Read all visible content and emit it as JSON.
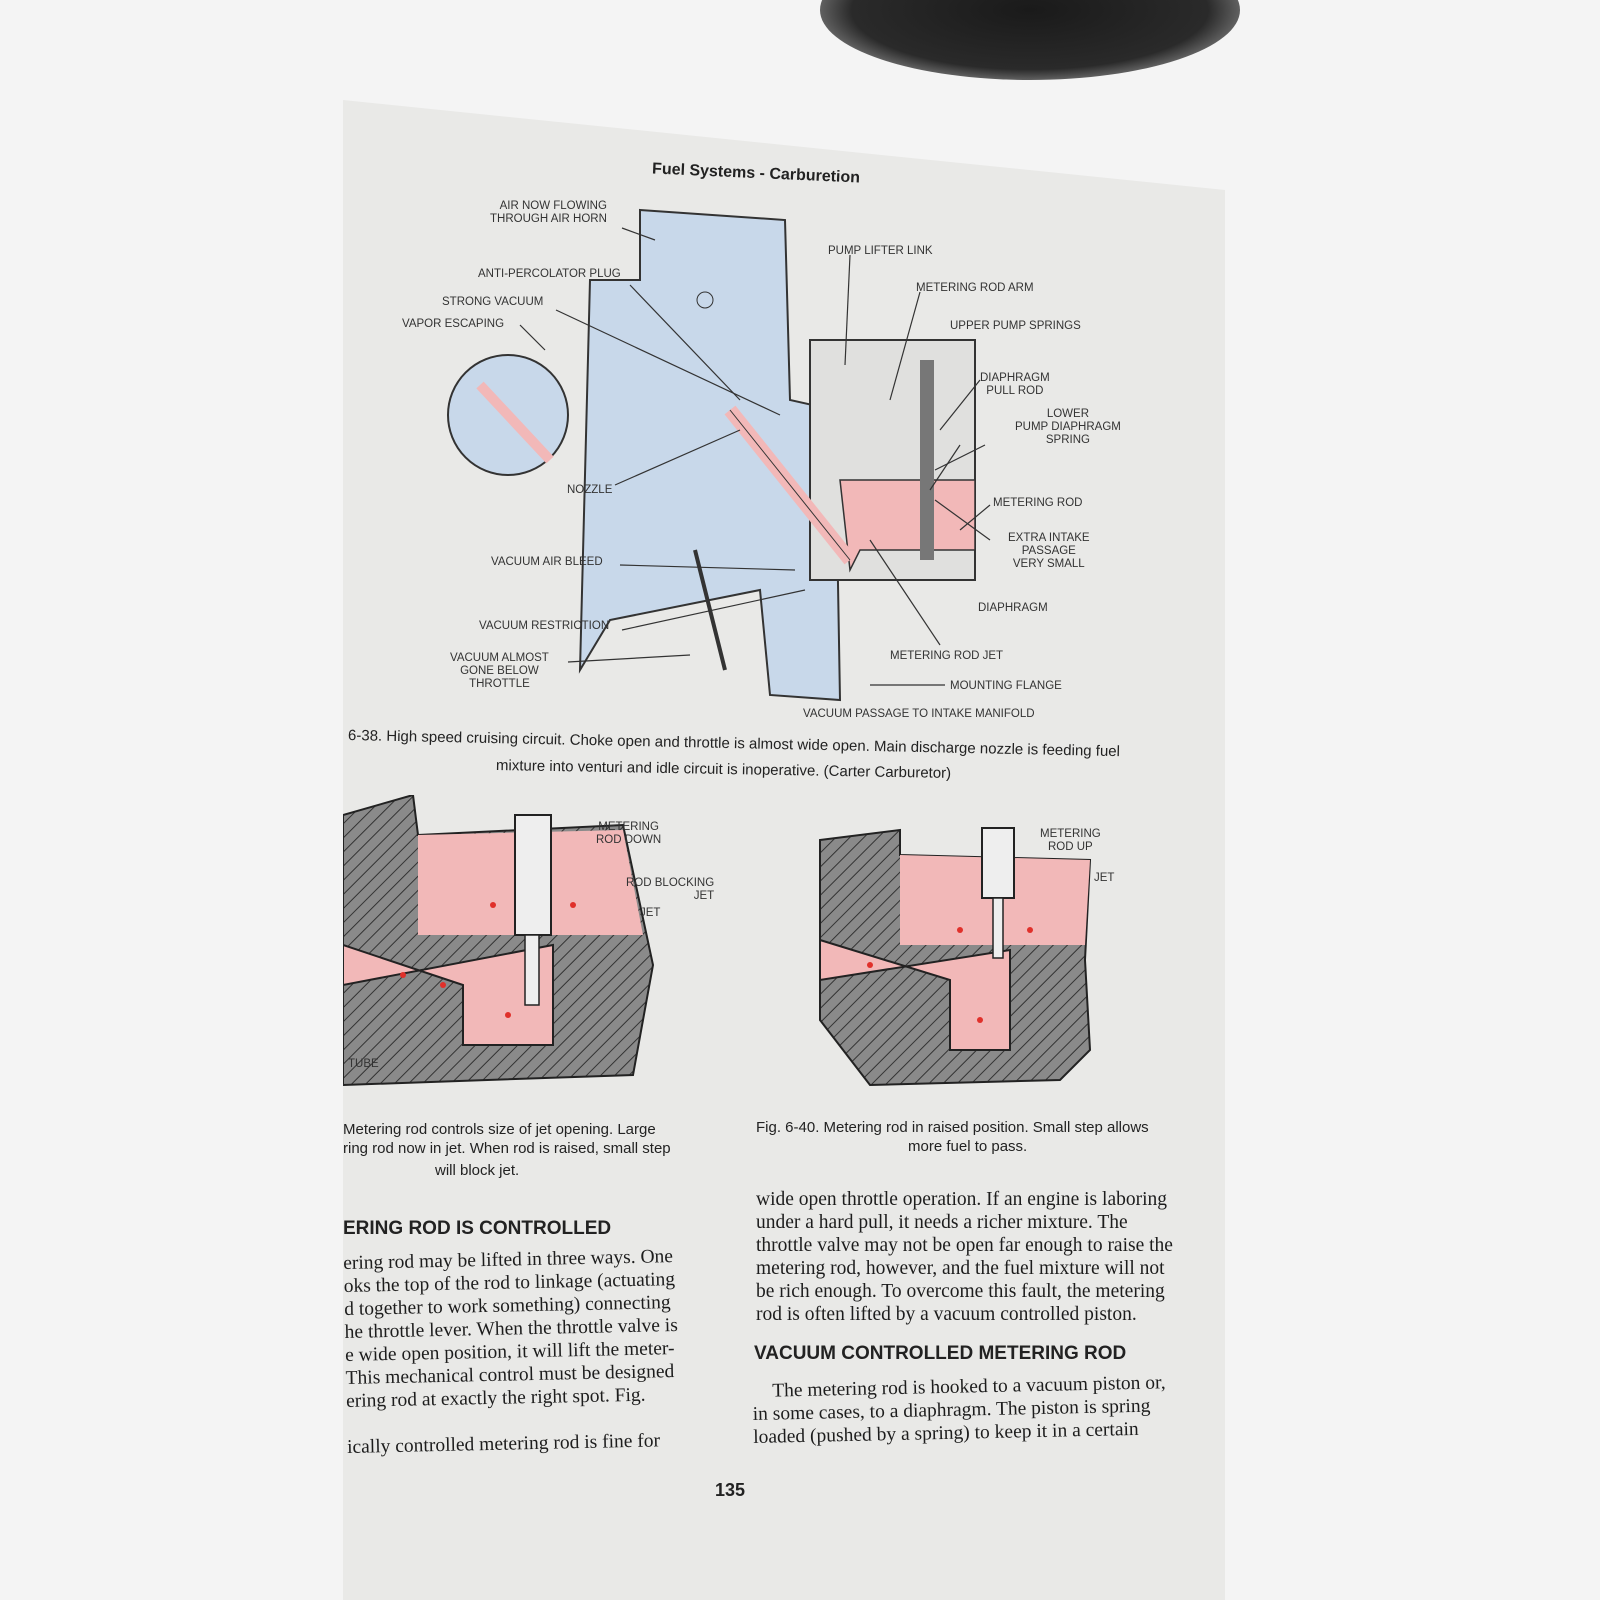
{
  "header": {
    "title": "Fuel Systems - Carburetion"
  },
  "fig38": {
    "labels": {
      "air_now": "AIR NOW FLOWING\nTHROUGH AIR HORN",
      "anti_perc": "ANTI-PERCOLATOR PLUG",
      "strong_vac": "STRONG VACUUM",
      "vapor": "VAPOR ESCAPING",
      "nozzle": "NOZZLE",
      "vac_air_bleed": "VACUUM AIR BLEED",
      "vac_restriction": "VACUUM RESTRICTION",
      "vac_almost": "VACUUM ALMOST\nGONE BELOW\nTHROTTLE",
      "pump_lifter": "PUMP LIFTER LINK",
      "met_rod_arm": "METERING ROD ARM",
      "upper_pump": "UPPER PUMP SPRINGS",
      "diaph_pull": "DIAPHRAGM\nPULL ROD",
      "lower_pump": "LOWER\nPUMP DIAPHRAGM\nSPRING",
      "met_rod": "METERING ROD",
      "extra_intake": "EXTRA INTAKE\nPASSAGE\nVERY SMALL",
      "diaphragm": "DIAPHRAGM",
      "met_rod_jet": "METERING ROD JET",
      "mount_flange": "MOUNTING FLANGE",
      "vac_passage": "VACUUM PASSAGE TO INTAKE MANIFOLD"
    },
    "caption_line1": "6-38.  High speed cruising circuit. Choke open and throttle is almost wide open. Main discharge nozzle is feeding fuel",
    "caption_line2": "mixture into venturi and idle circuit is inoperative.    (Carter Carburetor)"
  },
  "fig39": {
    "labels": {
      "rod_down": "METERING\nROD DOWN",
      "rod_blocking": "ROD BLOCKING\nJET",
      "jet": "JET",
      "tube": "TUBE"
    },
    "caption": [
      "Metering rod controls size of jet opening. Large",
      "ring rod now in jet. When rod is raised, small step",
      "will block jet."
    ]
  },
  "fig40": {
    "labels": {
      "rod_up": "METERING\nROD UP",
      "jet": "JET"
    },
    "caption": [
      "Fig. 6-40.  Metering rod in raised position. Small step allows",
      "more fuel to pass."
    ]
  },
  "left_col": {
    "heading": "ERING ROD IS CONTROLLED",
    "lines": [
      "ering rod may be lifted in three ways. One",
      "oks the top of the rod to linkage (actuating",
      "d together to work something) connecting",
      "he throttle lever. When the throttle valve is",
      "e wide open position, it will lift the meter-",
      "This mechanical control must be designed",
      "ering rod at exactly the right spot. Fig.",
      "",
      "ically controlled metering rod is fine for"
    ]
  },
  "right_col": {
    "lines": [
      "wide open throttle operation. If an engine is laboring",
      "under a hard pull, it needs a richer mixture. The",
      "throttle valve may not be open far enough to raise the",
      "metering rod, however, and the fuel mixture will not",
      "be rich enough. To overcome this fault, the metering",
      "rod is often lifted by a vacuum controlled piston."
    ],
    "heading": "VACUUM CONTROLLED METERING ROD",
    "para2": [
      "The metering rod is hooked to a vacuum piston or,",
      "in some cases, to a diaphragm. The piston is spring",
      "loaded (pushed by a spring) to keep it in a certain"
    ]
  },
  "page_number": "135",
  "colors": {
    "fuel": "#f2b8b8",
    "air": "#c8d8ea",
    "hatch": "#8a8a8a",
    "arrow": "#e0302a"
  }
}
